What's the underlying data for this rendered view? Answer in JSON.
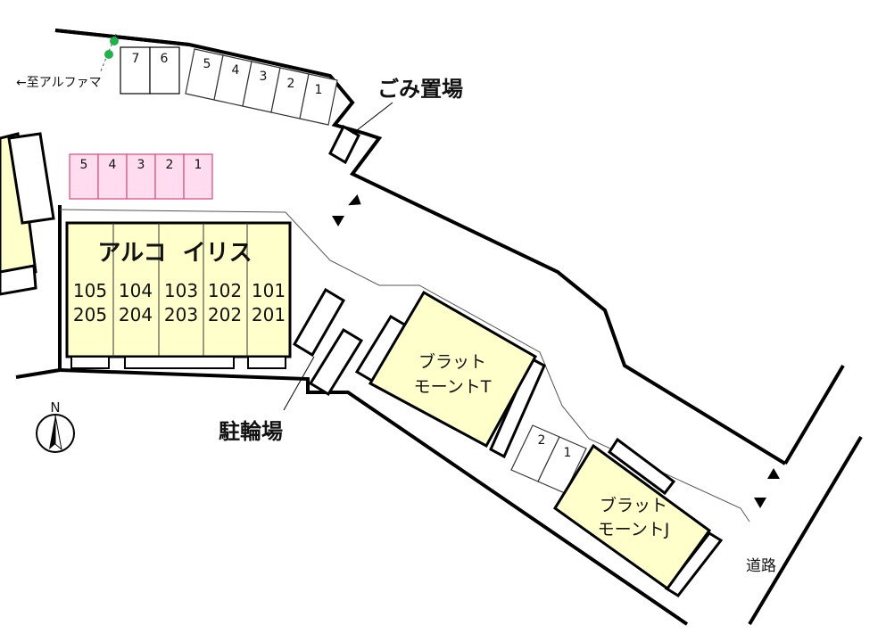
{
  "colors": {
    "building_fill": "#ffffcc",
    "pink_fill": "#ffdcf0",
    "pink_stroke": "#d44b7a",
    "green_marker": "#22b14c",
    "line": "#000000"
  },
  "labels": {
    "garbage": "ごみ置場",
    "bike_parking": "駐輪場",
    "direction_alpha": "←至アルファマ",
    "road": "道路",
    "north": "N"
  },
  "building_main": {
    "name": "アルコ  イリス",
    "rooms_1f": [
      "105",
      "104",
      "103",
      "102",
      "101"
    ],
    "rooms_2f": [
      "205",
      "204",
      "203",
      "202",
      "201"
    ]
  },
  "building_t": {
    "line1": "ブラット",
    "line2": "モーントT"
  },
  "building_j": {
    "line1": "ブラット",
    "line2": "モーントJ"
  },
  "parking_top_left": [
    "7",
    "6"
  ],
  "parking_top_right": [
    "5",
    "4",
    "3",
    "2",
    "1"
  ],
  "parking_pink": [
    "5",
    "4",
    "3",
    "2",
    "1"
  ],
  "parking_lower": [
    "2",
    "1"
  ],
  "icons": {
    "north_arrow": "north-arrow-icon",
    "direction_markers": "triangle-marker-icon",
    "tree_marker": "green-dot-icon"
  }
}
